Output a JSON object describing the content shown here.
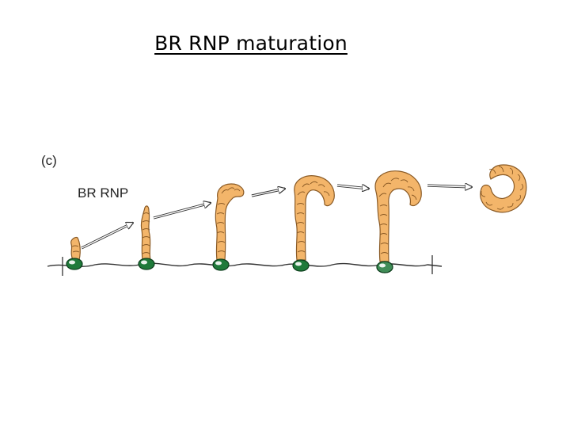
{
  "slide": {
    "title": "BR RNP maturation"
  },
  "figure": {
    "panel_label": "(c)",
    "particle_label": "BR RNP",
    "stages": [
      "stage-1",
      "stage-2",
      "stage-3",
      "stage-4",
      "stage-5",
      "released"
    ],
    "colors": {
      "rnp_fill": "#f3b56a",
      "rnp_stroke": "#8a5a25",
      "polymerase": "#1f7a3a",
      "chromatin": "#333333"
    }
  }
}
